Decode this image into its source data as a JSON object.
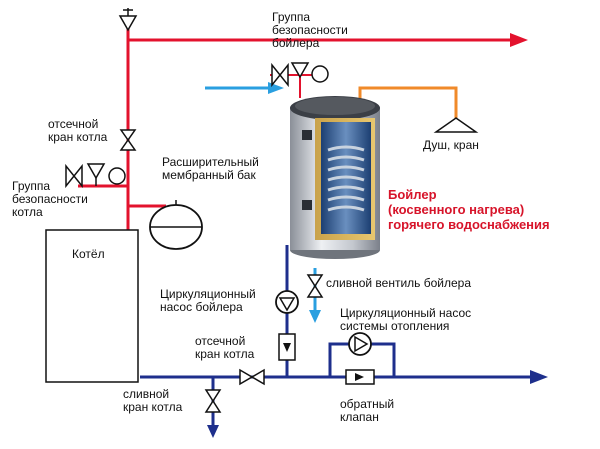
{
  "labels": {
    "group_boiler_safety": "Группа\nбезопасности\nбойлера",
    "shutoff_boiler_top": "отсечной\nкран котла",
    "group_kotel_safety": "Группа\nбезопасности\nкотла",
    "expansion_tank": "Расширительный\nмембранный бак",
    "kotel": "Котёл",
    "shower_tap": "Душ, кран",
    "boiler_title": "Бойлер\n(косвенного нагрева)\nгорячего водоснабжения",
    "boiler_drain_valve": "сливной вентиль бойлера",
    "boiler_circ_pump": "Циркуляционный\nнасос бойлера",
    "heating_circ_pump": "Циркуляционный насос\nсистемы отопления",
    "shutoff_boiler_bottom": "отсечной\nкран котла",
    "drain_kotel": "сливной\nкран котла",
    "check_valve": "обратный\nклапан"
  },
  "colors": {
    "hot_pipe": "#e3122d",
    "cold_pipe": "#1e2f8c",
    "cold_inlet": "#2a9fe0",
    "dhw_pipe": "#f08a2a",
    "title_red": "#d7142a"
  }
}
